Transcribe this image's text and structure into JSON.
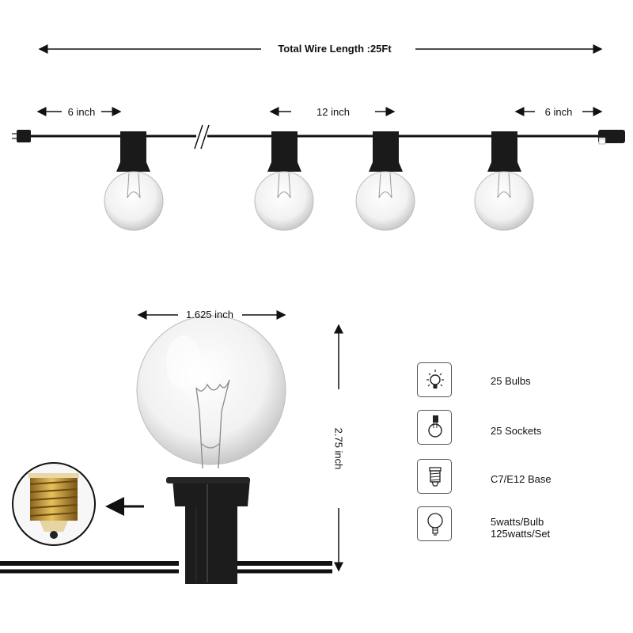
{
  "dimensions": {
    "total_wire_length": "Total Wire Length :25Ft",
    "end_spacing_left": "6 inch",
    "bulb_spacing": "12 inch",
    "end_spacing_right": "6 inch",
    "bulb_diameter": "1.625 inch",
    "bulb_height": "2.75 inch"
  },
  "specs": [
    {
      "icon": "bulb-light-icon",
      "text": "25  Bulbs"
    },
    {
      "icon": "socket-icon",
      "text": "25 Sockets"
    },
    {
      "icon": "base-icon",
      "text": "C7/E12 Base"
    },
    {
      "icon": "wattage-bulb-icon",
      "text": "5watts/Bulb",
      "text2": "125watts/Set"
    }
  ],
  "colors": {
    "wire": "#111111",
    "socket": "#1a1a1a",
    "brass": "#c79a3a"
  }
}
